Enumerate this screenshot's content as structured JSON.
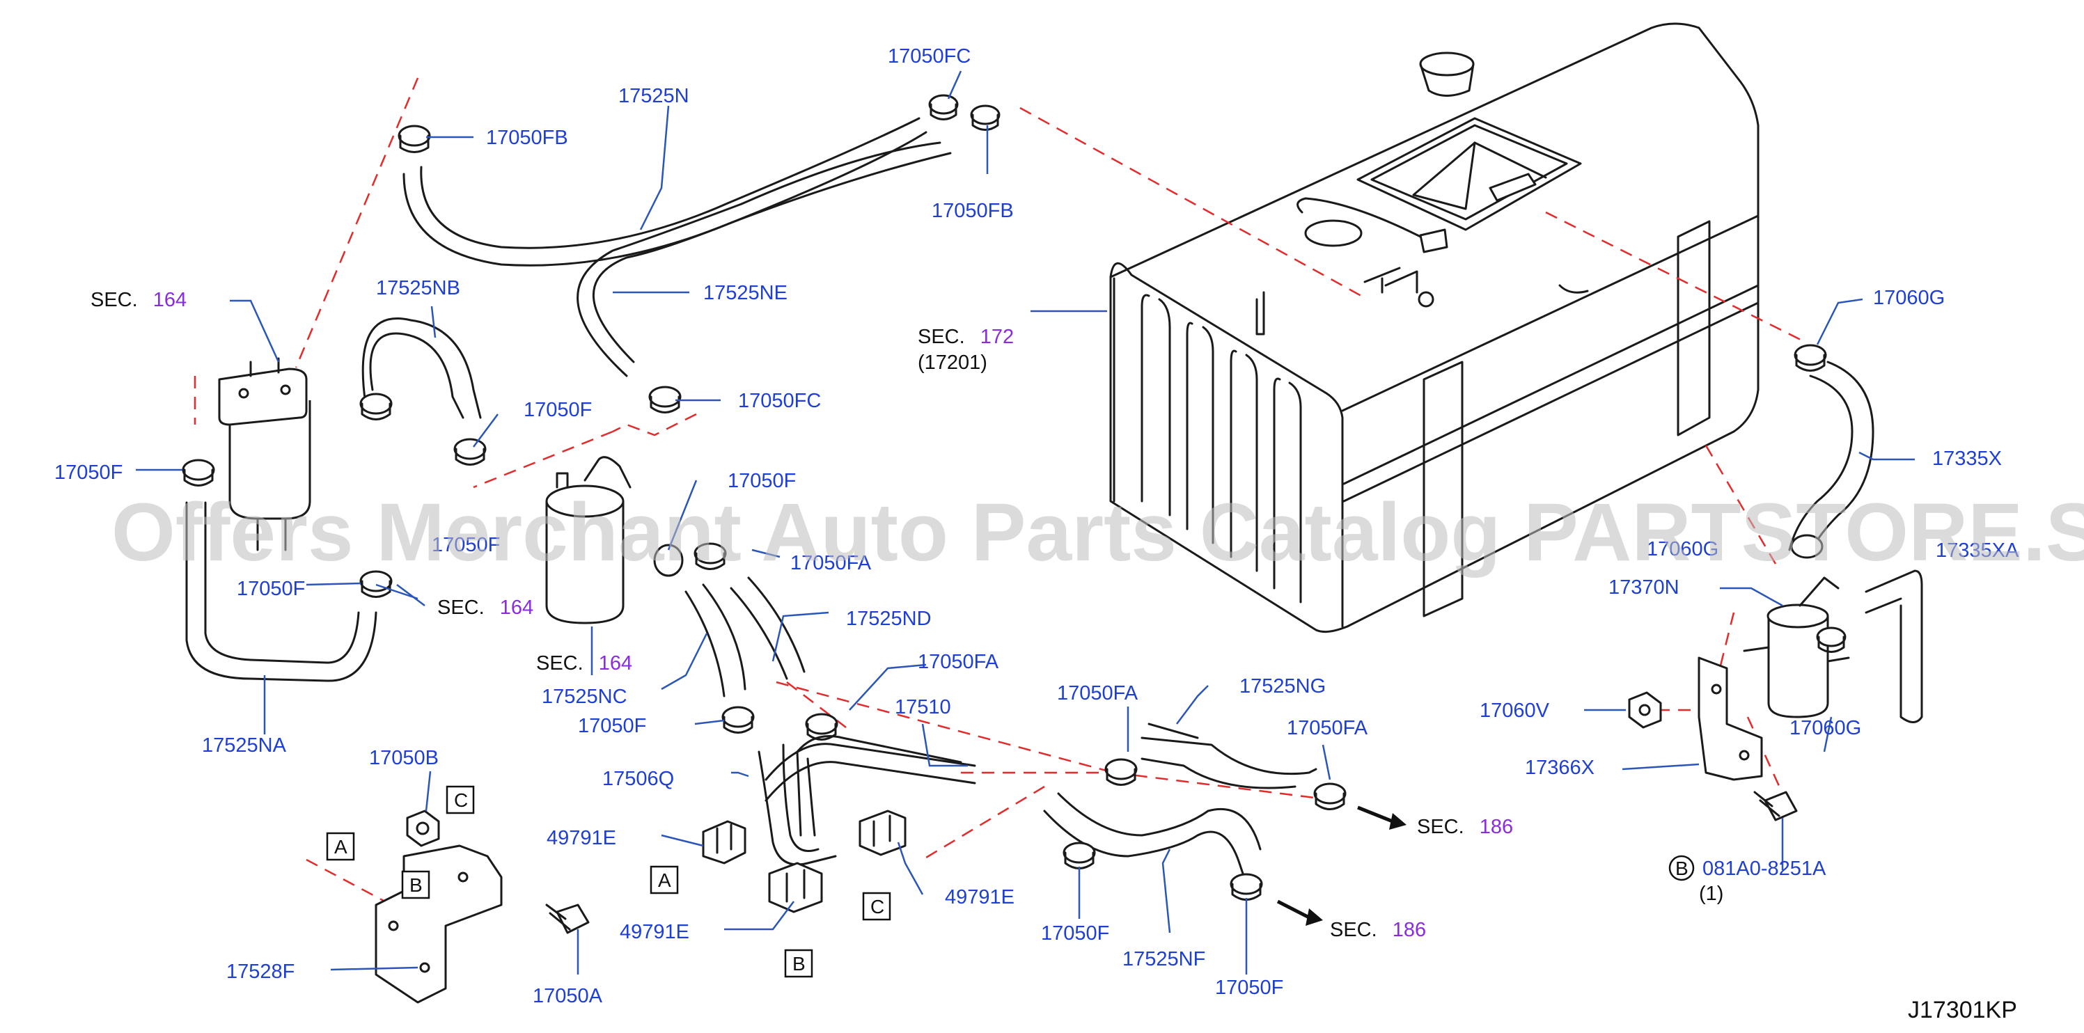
{
  "diagram_id": "J17301KP",
  "watermark": "Offers Merchant Auto Parts Catalog PARTSTORE.SA",
  "colors": {
    "part_number": "#1e3fd6",
    "section_ref": "#8a2be2",
    "section_text": "#111111",
    "guide_line": "#e32b2b",
    "leader_line": "#2a56b8",
    "outline": "#1a1a1a"
  },
  "labels": {
    "p17050fc_top": "17050FC",
    "p17525n": "17525N",
    "p17050fb_left": "17050FB",
    "p17050fb_right": "17050FB",
    "p17525nb": "17525NB",
    "p17525ne": "17525NE",
    "p17050fc_mid": "17050FC",
    "p17050f_a": "17050F",
    "p17050f_left": "17050F",
    "p17050f_mid": "17050F",
    "p17050_partial": "17050F",
    "p17050f_b": "17050F",
    "p17050fa_a": "17050FA",
    "p17525nd": "17525ND",
    "p17525nc": "17525NC",
    "p17050f_c": "17050F",
    "p17525na": "17525NA",
    "p17050fa_b": "17050FA",
    "p17510": "17510",
    "p17506q": "17506Q",
    "p17050fa_c": "17050FA",
    "p17525ng": "17525NG",
    "p17050fa_d": "17050FA",
    "p49791e_a": "49791E",
    "p49791e_b": "49791E",
    "p49791e_c": "49791E",
    "p17050b": "17050B",
    "p17528f": "17528F",
    "p17050a": "17050A",
    "p17050f_d": "17050F",
    "p17525nf": "17525NF",
    "p17050f_e": "17050F",
    "p17060g_top": "17060G",
    "p17335x": "17335X",
    "p17060g_partial": "17060G",
    "p17335xa": "17335XA",
    "p17370n": "17370N",
    "p17060v": "17060V",
    "p17060g_bottom": "17060G",
    "p17366x": "17366X",
    "p081a0": "081A0-8251A",
    "p081a0_qty": "(1)",
    "bolt_circle": "B"
  },
  "sections": [
    {
      "prefix": "SEC.",
      "number": "164",
      "sub": ""
    },
    {
      "prefix": "SEC.",
      "number": "164",
      "sub": ""
    },
    {
      "prefix": "SEC.",
      "number": "164",
      "sub": ""
    },
    {
      "prefix": "SEC.",
      "number": "172",
      "sub": "(17201)"
    },
    {
      "prefix": "SEC.",
      "number": "186",
      "sub": ""
    },
    {
      "prefix": "SEC.",
      "number": "186",
      "sub": ""
    }
  ],
  "ref_boxes": [
    "A",
    "B",
    "C",
    "A",
    "B",
    "C"
  ]
}
